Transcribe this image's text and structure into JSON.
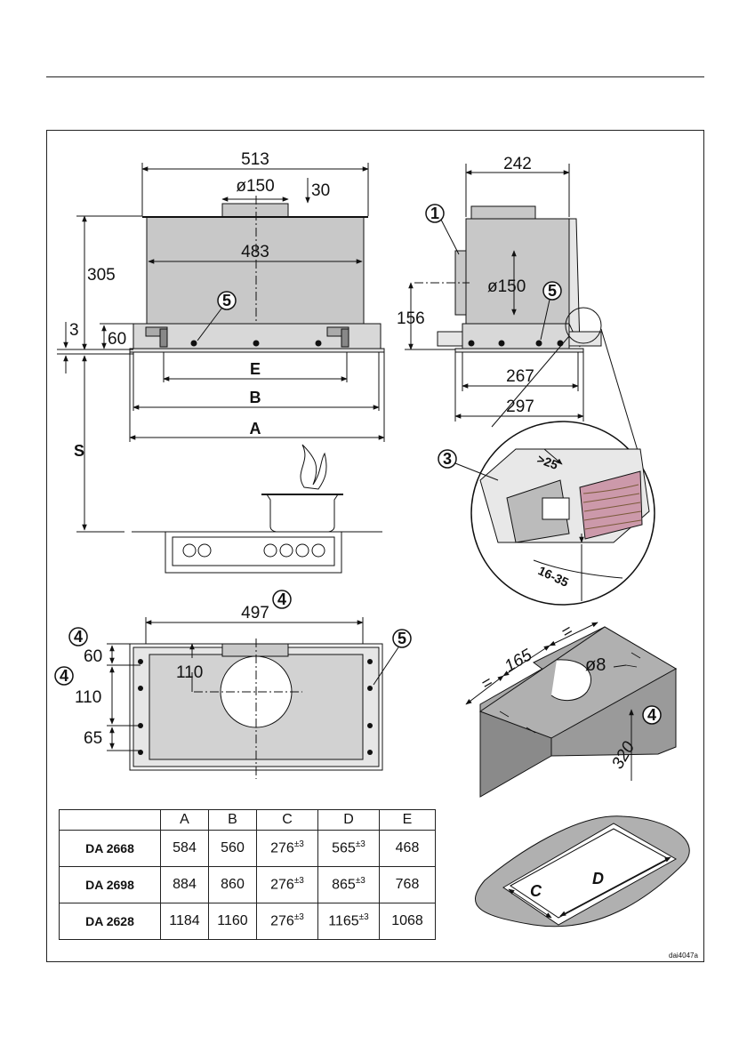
{
  "dimensions": {
    "width_513": "513",
    "dia_150": "ø150",
    "d30": "30",
    "height_305": "305",
    "width_483": "483",
    "d3": "3",
    "d60": "60",
    "S": "S",
    "A": "A",
    "B": "B",
    "E": "E",
    "width_242": "242",
    "dia_150_side": "ø150",
    "d156": "156",
    "width_267": "267",
    "width_297": "297",
    "gap_25": ">25",
    "thick_16_35": "16-35",
    "width_497": "497",
    "bot_60": "60",
    "bot_110_left": "110",
    "bot_110": "110",
    "bot_65": "65",
    "tpl_165": "165",
    "tpl_8": "ø8",
    "tpl_320": "320",
    "eq1": "=",
    "eq2": "=",
    "cutout_C": "C",
    "cutout_D": "D"
  },
  "callouts": {
    "c1": "1",
    "c3": "3",
    "c4a": "4",
    "c4b": "4",
    "c4c": "4",
    "c4d": "4",
    "c5a": "5",
    "c5b": "5",
    "c5c": "5"
  },
  "image_code": "dai4047a",
  "table": {
    "headers": [
      "",
      "A",
      "B",
      "C",
      "D",
      "E"
    ],
    "rows": [
      {
        "model": "DA 2668",
        "A": "584",
        "B": "560",
        "C": "276",
        "D": "565",
        "E": "468"
      },
      {
        "model": "DA 2698",
        "A": "884",
        "B": "860",
        "C": "276",
        "D": "865",
        "E": "768"
      },
      {
        "model": "DA 2628",
        "A": "1184",
        "B": "1160",
        "C": "276",
        "D": "1165",
        "E": "1068"
      }
    ],
    "tolerance": "±3"
  }
}
